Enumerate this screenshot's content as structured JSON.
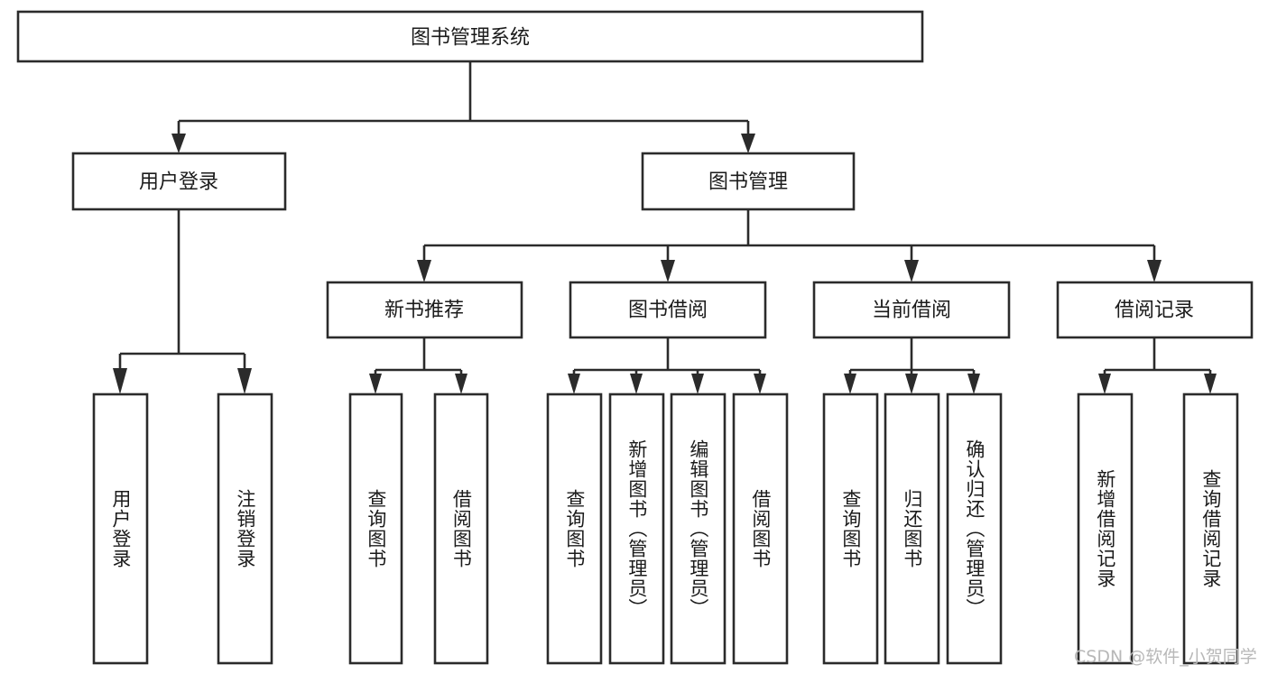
{
  "diagram": {
    "title": "图书管理系统",
    "type": "tree",
    "root": {
      "id": "root",
      "label": "图书管理系统",
      "orientation": "horizontal"
    },
    "level2": [
      {
        "id": "user-login",
        "label": "用户登录",
        "orientation": "horizontal"
      },
      {
        "id": "book-manage",
        "label": "图书管理",
        "orientation": "horizontal"
      }
    ],
    "level3": [
      {
        "id": "new-book-recommend",
        "label": "新书推荐",
        "orientation": "horizontal",
        "parent": "book-manage"
      },
      {
        "id": "book-borrow",
        "label": "图书借阅",
        "orientation": "horizontal",
        "parent": "book-manage"
      },
      {
        "id": "current-borrow",
        "label": "当前借阅",
        "orientation": "horizontal",
        "parent": "book-manage"
      },
      {
        "id": "borrow-record",
        "label": "借阅记录",
        "orientation": "horizontal",
        "parent": "book-manage"
      }
    ],
    "leaves": [
      {
        "id": "leaf-user-login",
        "label": "用户登录",
        "orientation": "vertical",
        "parent": "user-login"
      },
      {
        "id": "leaf-user-logout",
        "label": "注销登录",
        "orientation": "vertical",
        "parent": "user-login"
      },
      {
        "id": "leaf-query-book-1",
        "label": "查询图书",
        "orientation": "vertical",
        "parent": "new-book-recommend"
      },
      {
        "id": "leaf-borrow-book-1",
        "label": "借阅图书",
        "orientation": "vertical",
        "parent": "new-book-recommend"
      },
      {
        "id": "leaf-query-book-2",
        "label": "查询图书",
        "orientation": "vertical",
        "parent": "book-borrow"
      },
      {
        "id": "leaf-add-book",
        "label": "新增图书（管理员）",
        "orientation": "vertical",
        "parent": "book-borrow"
      },
      {
        "id": "leaf-edit-book",
        "label": "编辑图书（管理员）",
        "orientation": "vertical",
        "parent": "book-borrow"
      },
      {
        "id": "leaf-borrow-book-2",
        "label": "借阅图书",
        "orientation": "vertical",
        "parent": "book-borrow"
      },
      {
        "id": "leaf-query-book-3",
        "label": "查询图书",
        "orientation": "vertical",
        "parent": "current-borrow"
      },
      {
        "id": "leaf-return-book",
        "label": "归还图书",
        "orientation": "vertical",
        "parent": "current-borrow"
      },
      {
        "id": "leaf-confirm-return",
        "label": "确认归还（管理员）",
        "orientation": "vertical",
        "parent": "current-borrow"
      },
      {
        "id": "leaf-add-record",
        "label": "新增借阅记录",
        "orientation": "vertical",
        "parent": "borrow-record"
      },
      {
        "id": "leaf-query-record",
        "label": "查询借阅记录",
        "orientation": "vertical",
        "parent": "borrow-record"
      }
    ],
    "colors": {
      "stroke": "#2b2b2b",
      "fill": "#ffffff",
      "text": "#1b1b1b",
      "watermark": "#b8b8b8"
    }
  },
  "watermark": {
    "text": "CSDN @软件_小贺同学"
  }
}
